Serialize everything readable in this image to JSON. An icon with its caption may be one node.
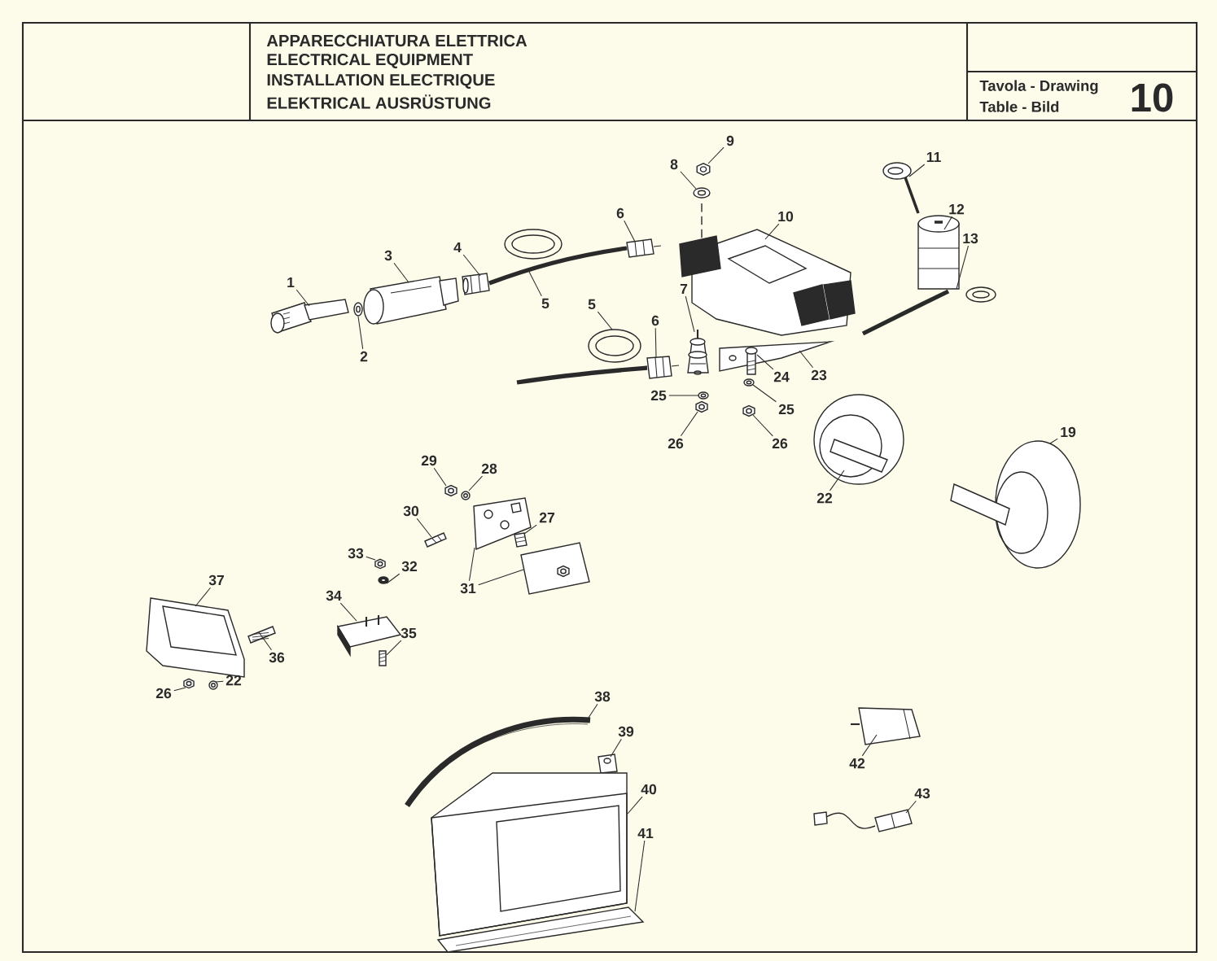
{
  "diagram": {
    "nodes": [
      {
        "text": [
          "9"
        ]
      },
      {
        "text": [
          "8"
        ]
      },
      {
        "text": [
          "11"
        ]
      },
      {
        "text": [
          "12"
        ]
      },
      {
        "text": [
          "6"
        ]
      },
      {
        "text": [
          "10"
        ]
      },
      {
        "text": [
          "13"
        ]
      },
      {
        "text": [
          "3"
        ]
      },
      {
        "text": [
          "4"
        ]
      },
      {
        "text": [
          "1"
        ]
      },
      {
        "text": [
          "7"
        ]
      },
      {
        "text": [
          "5"
        ]
      },
      {
        "text": [
          "5"
        ]
      },
      {
        "text": [
          "6"
        ]
      },
      {
        "text": [
          "2"
        ]
      },
      {
        "text": [
          "23"
        ]
      },
      {
        "text": [
          "24"
        ]
      },
      {
        "text": [
          "25"
        ]
      },
      {
        "text": [
          "25"
        ]
      },
      {
        "text": [
          "19"
        ]
      },
      {
        "text": [
          "26"
        ]
      },
      {
        "text": [
          "26"
        ]
      },
      {
        "text": [
          "29"
        ]
      },
      {
        "text": [
          "28"
        ]
      },
      {
        "text": [
          "22"
        ]
      },
      {
        "text": [
          "30"
        ]
      },
      {
        "text": [
          "27"
        ]
      },
      {
        "text": [
          "33"
        ]
      },
      {
        "text": [
          "32"
        ]
      },
      {
        "text": [
          "37"
        ]
      },
      {
        "text": [
          "31"
        ]
      },
      {
        "text": [
          "34"
        ]
      },
      {
        "text": [
          "35"
        ]
      },
      {
        "text": [
          "36"
        ]
      },
      {
        "text": [
          "22"
        ]
      },
      {
        "text": [
          "26"
        ]
      },
      {
        "text": [
          "38"
        ]
      },
      {
        "text": [
          "39"
        ]
      },
      {
        "text": [
          "42"
        ]
      },
      {
        "text": [
          "40"
        ]
      },
      {
        "text": [
          "43"
        ]
      },
      {
        "text": [
          "41"
        ]
      },
      {
        "text": [],
        "shape": "picture"
      },
      {
        "text": [],
        "shape": "picture"
      },
      {
        "text": [],
        "shape": "picture"
      },
      {
        "text": [],
        "shape": "picture"
      },
      {
        "text": [],
        "shape": "picture"
      },
      {
        "text": [],
        "shape": "picture"
      },
      {
        "text": [],
        "shape": "picture"
      },
      {
        "text": [],
        "shape": "picture"
      },
      {
        "text": [],
        "shape": "picture"
      },
      {
        "text": [],
        "shape": "picture"
      },
      {
        "text": [],
        "shape": "picture"
      },
      {
        "text": [],
        "shape": "picture"
      },
      {
        "text": [],
        "shape": "picture"
      },
      {
        "text": [],
        "shape": "picture"
      },
      {
        "text": [],
        "shape": "picture"
      },
      {
        "text": [],
        "shape": "picture"
      },
      {
        "text": [],
        "shape": "picture"
      },
      {
        "text": [],
        "shape": "picture"
      },
      {
        "text": [],
        "shape": "picture"
      },
      {
        "text": [],
        "shape": "picture"
      },
      {
        "text": [],
        "shape": "picture"
      },
      {
        "text": [],
        "shape": "picture"
      },
      {
        "text": [],
        "shape": "picture"
      },
      {
        "text": [],
        "shape": "picture"
      },
      {
        "text": [],
        "shape": "picture"
      },
      {
        "text": [],
        "shape": "picture"
      },
      {
        "text": [],
        "shape": "picture"
      },
      {
        "text": [],
        "shape": "picture"
      },
      {
        "text": [],
        "shape": "picture"
      },
      {
        "text": [],
        "shape": "picture"
      },
      {
        "text": [],
        "shape": "picture"
      },
      {
        "text": [],
        "shape": "picture"
      },
      {
        "text": [],
        "shape": "picture"
      },
      {
        "text": [],
        "shape": "picture"
      },
      {
        "text": [],
        "shape": "picture"
      },
      {
        "text": [],
        "shape": "picture"
      },
      {
        "text": [],
        "shape": "picture"
      },
      {
        "text": [],
        "shape": "picture"
      },
      {
        "text": [],
        "shape": "picture"
      },
      {
        "text": [],
        "shape": "picture"
      },
      {
        "text": [],
        "shape": "picture"
      },
      {
        "text": [],
        "shape": "picture"
      },
      {
        "text": [],
        "shape": "picture"
      }
    ],
    "edges": [
      {
        "from": 0,
        "to": 50,
        "arrow": "none"
      },
      {
        "from": 1,
        "to": 51,
        "arrow": "none"
      },
      {
        "from": 2,
        "to": 60,
        "arrow": "none"
      },
      {
        "from": 3,
        "to": 61,
        "arrow": "none"
      },
      {
        "from": 4,
        "to": 47,
        "arrow": "none"
      },
      {
        "from": 5,
        "to": 52,
        "arrow": "none"
      },
      {
        "from": 6,
        "to": 62,
        "arrow": "none"
      },
      {
        "from": 7,
        "to": 44,
        "arrow": "none"
      },
      {
        "from": 8,
        "to": 45,
        "arrow": "none"
      },
      {
        "from": 9,
        "to": 42,
        "arrow": "none"
      },
      {
        "from": 10,
        "to": 54,
        "arrow": "none"
      },
      {
        "from": 11,
        "to": 46,
        "arrow": "none"
      },
      {
        "from": 12,
        "to": 48,
        "arrow": "none"
      },
      {
        "from": 13,
        "to": 49,
        "arrow": "none"
      },
      {
        "from": 14,
        "to": 43,
        "arrow": "none"
      },
      {
        "from": 15,
        "to": 53,
        "arrow": "none"
      },
      {
        "from": 16,
        "to": 55,
        "arrow": "none"
      },
      {
        "from": 17,
        "to": 56,
        "arrow": "none"
      },
      {
        "from": 18,
        "to": 57,
        "arrow": "none"
      },
      {
        "from": 19,
        "to": 64,
        "arrow": "none"
      },
      {
        "from": 20,
        "to": 58,
        "arrow": "none"
      },
      {
        "from": 21,
        "to": 59,
        "arrow": "none"
      },
      {
        "from": 22,
        "to": 65,
        "arrow": "none"
      },
      {
        "from": 23,
        "to": 66,
        "arrow": "none"
      },
      {
        "from": 24,
        "to": 63,
        "arrow": "none"
      },
      {
        "from": 25,
        "to": 67,
        "arrow": "none"
      },
      {
        "from": 26,
        "to": 68,
        "arrow": "none"
      },
      {
        "from": 27,
        "to": 71,
        "arrow": "none"
      },
      {
        "from": 28,
        "to": 72,
        "arrow": "none"
      },
      {
        "from": 29,
        "to": 75,
        "arrow": "none"
      },
      {
        "from": 30,
        "to": 69,
        "arrow": "none"
      },
      {
        "from": 30,
        "to": 70,
        "arrow": "none"
      },
      {
        "from": 31,
        "to": 73,
        "arrow": "none"
      },
      {
        "from": 32,
        "to": 74,
        "arrow": "none"
      },
      {
        "from": 33,
        "to": 76,
        "arrow": "none"
      },
      {
        "from": 34,
        "to": 77,
        "arrow": "none"
      },
      {
        "from": 35,
        "to": 78,
        "arrow": "none"
      },
      {
        "from": 36,
        "to": 79,
        "arrow": "none"
      },
      {
        "from": 37,
        "to": 80,
        "arrow": "none"
      },
      {
        "from": 38,
        "to": 83,
        "arrow": "none"
      },
      {
        "from": 39,
        "to": 81,
        "arrow": "none"
      },
      {
        "from": 40,
        "to": 84,
        "arrow": "none"
      },
      {
        "from": 41,
        "to": 82,
        "arrow": "none"
      }
    ],
    "labels": [
      "APPARECCHIATURA ELETTRICA",
      "ELECTRICAL EQUIPMENT",
      "INSTALLATION ELECTRIQUE",
      "ELEKTRICAL AUSRÜSTUNG",
      "Tavola - Drawing",
      "Table - Bild",
      "10"
    ]
  }
}
